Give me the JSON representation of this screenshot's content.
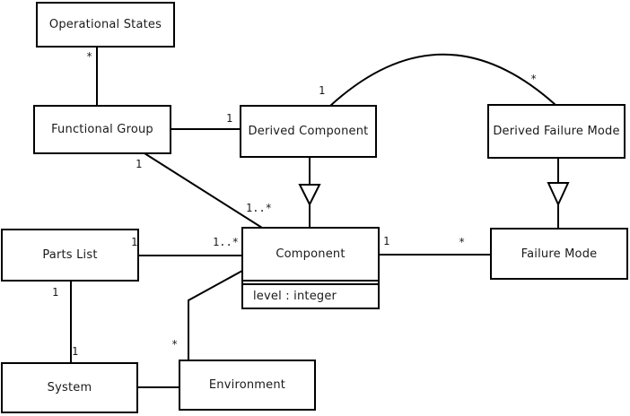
{
  "diagram": {
    "type": "uml-class-diagram",
    "colors": {
      "line": "#000000",
      "box_fill": "#ffffff",
      "background": "#ffffff",
      "text": "#1a1a1a"
    },
    "classes": {
      "operational_states": {
        "name": "Operational States"
      },
      "functional_group": {
        "name": "Functional Group"
      },
      "derived_component": {
        "name": "Derived Component"
      },
      "derived_failure_mode": {
        "name": "Derived Failure Mode"
      },
      "parts_list": {
        "name": "Parts List"
      },
      "component": {
        "name": "Component",
        "attribute": "level : integer"
      },
      "failure_mode": {
        "name": "Failure Mode"
      },
      "system": {
        "name": "System"
      },
      "environment": {
        "name": "Environment"
      }
    },
    "multiplicities": {
      "operational_states_end": "*",
      "functional_group_derived_component_end": "1",
      "derived_component_arc_end": "1",
      "derived_failure_mode_arc_end": "*",
      "functional_group_component_near_fg": "1",
      "functional_group_component_near_comp": "1..*",
      "parts_list_component_near_pl": "1",
      "parts_list_component_near_comp": "1..*",
      "component_failure_mode_near_comp": "1",
      "component_failure_mode_near_fm": "*",
      "component_environment_near_env": "*",
      "parts_list_system_near_pl": "1",
      "parts_list_system_near_sys": "1"
    }
  }
}
